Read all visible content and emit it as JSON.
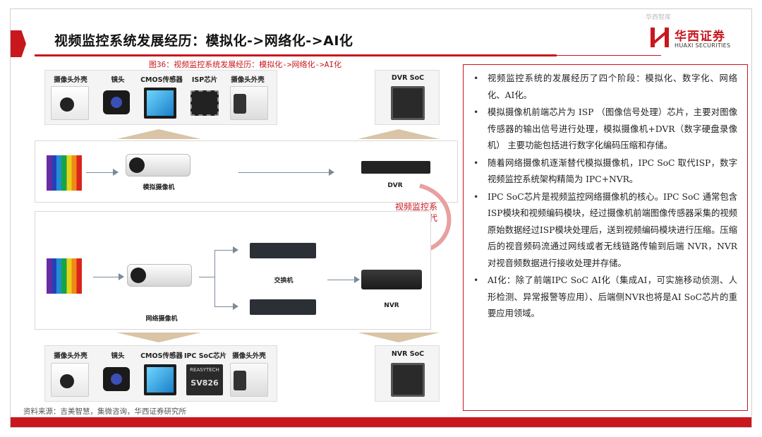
{
  "header": {
    "title": "视频监控系统发展经历：模拟化->网络化->AI化",
    "watermark": "华西智库",
    "logo_cn": "华西证券",
    "logo_en": "HUAXI SECURITIES"
  },
  "figure": {
    "caption": "图36：视频监控系统发展经历：模拟化->网络化->AI化",
    "top_components": [
      "摄像头外壳",
      "镜头",
      "CMOS传感器",
      "ISP芯片",
      "摄像头外壳"
    ],
    "dvr_soc_label": "DVR SoC",
    "analog_camera_label": "模拟摄像机",
    "dvr_label": "DVR",
    "upgrade_label_1": "视频监控系",
    "upgrade_label_2": "统升级换代",
    "network_camera_label": "网络摄像机",
    "switch_label": "交换机",
    "nvr_label": "NVR",
    "bottom_components": [
      "摄像头外壳",
      "镜头",
      "CMOS传感器",
      "IPC SoC芯片",
      "摄像头外壳"
    ],
    "nvr_soc_label": "NVR SoC",
    "chip_brand": "REASYTECH",
    "chip_model": "SV826"
  },
  "bullets": [
    "视频监控系统的发展经历了四个阶段：模拟化、数字化、网络化、AI化。",
    "模拟摄像机前端芯片为 ISP （图像信号处理）芯片，主要对图像传感器的输出信号进行处理，模拟摄像机+DVR（数字硬盘录像机） 主要功能包括进行数字化编码压缩和存储。",
    "随着网络摄像机逐渐替代模拟摄像机，IPC SoC 取代ISP，数字视频监控系统架构精简为 IPC+NVR。",
    "IPC SoC芯片是视频监控网络摄像机的核心。IPC SoC 通常包含ISP模块和视频编码模块，经过摄像机前端图像传感器采集的视频原始数据经过ISP模块处理后，送到视频编码模块进行压缩。压缩后的视音频码流通过网线或者无线链路传输到后端 NVR，NVR对视音频数据进行接收处理并存储。",
    "AI化：除了前端IPC SoC AI化（集成AI，可实施移动侦测、人形检测、异常报警等应用）、后端侧NVR也将是AI SoC芯片的重要应用领域。"
  ],
  "footer": {
    "source": "资料来源：吉美智慧，集微咨询，华西证券研究所"
  },
  "colors": {
    "accent": "#c9171e",
    "arrow": "#d9c4a6"
  }
}
